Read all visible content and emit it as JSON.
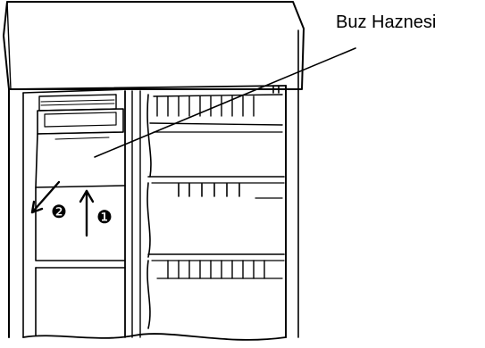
{
  "callout": {
    "label": "Buz Haznesi"
  },
  "steps": [
    {
      "number": "❷",
      "action": "pull-out-arrow-icon"
    },
    {
      "number": "❶",
      "action": "lift-up-arrow-icon"
    }
  ],
  "colors": {
    "line": "#000000",
    "background": "#ffffff"
  }
}
